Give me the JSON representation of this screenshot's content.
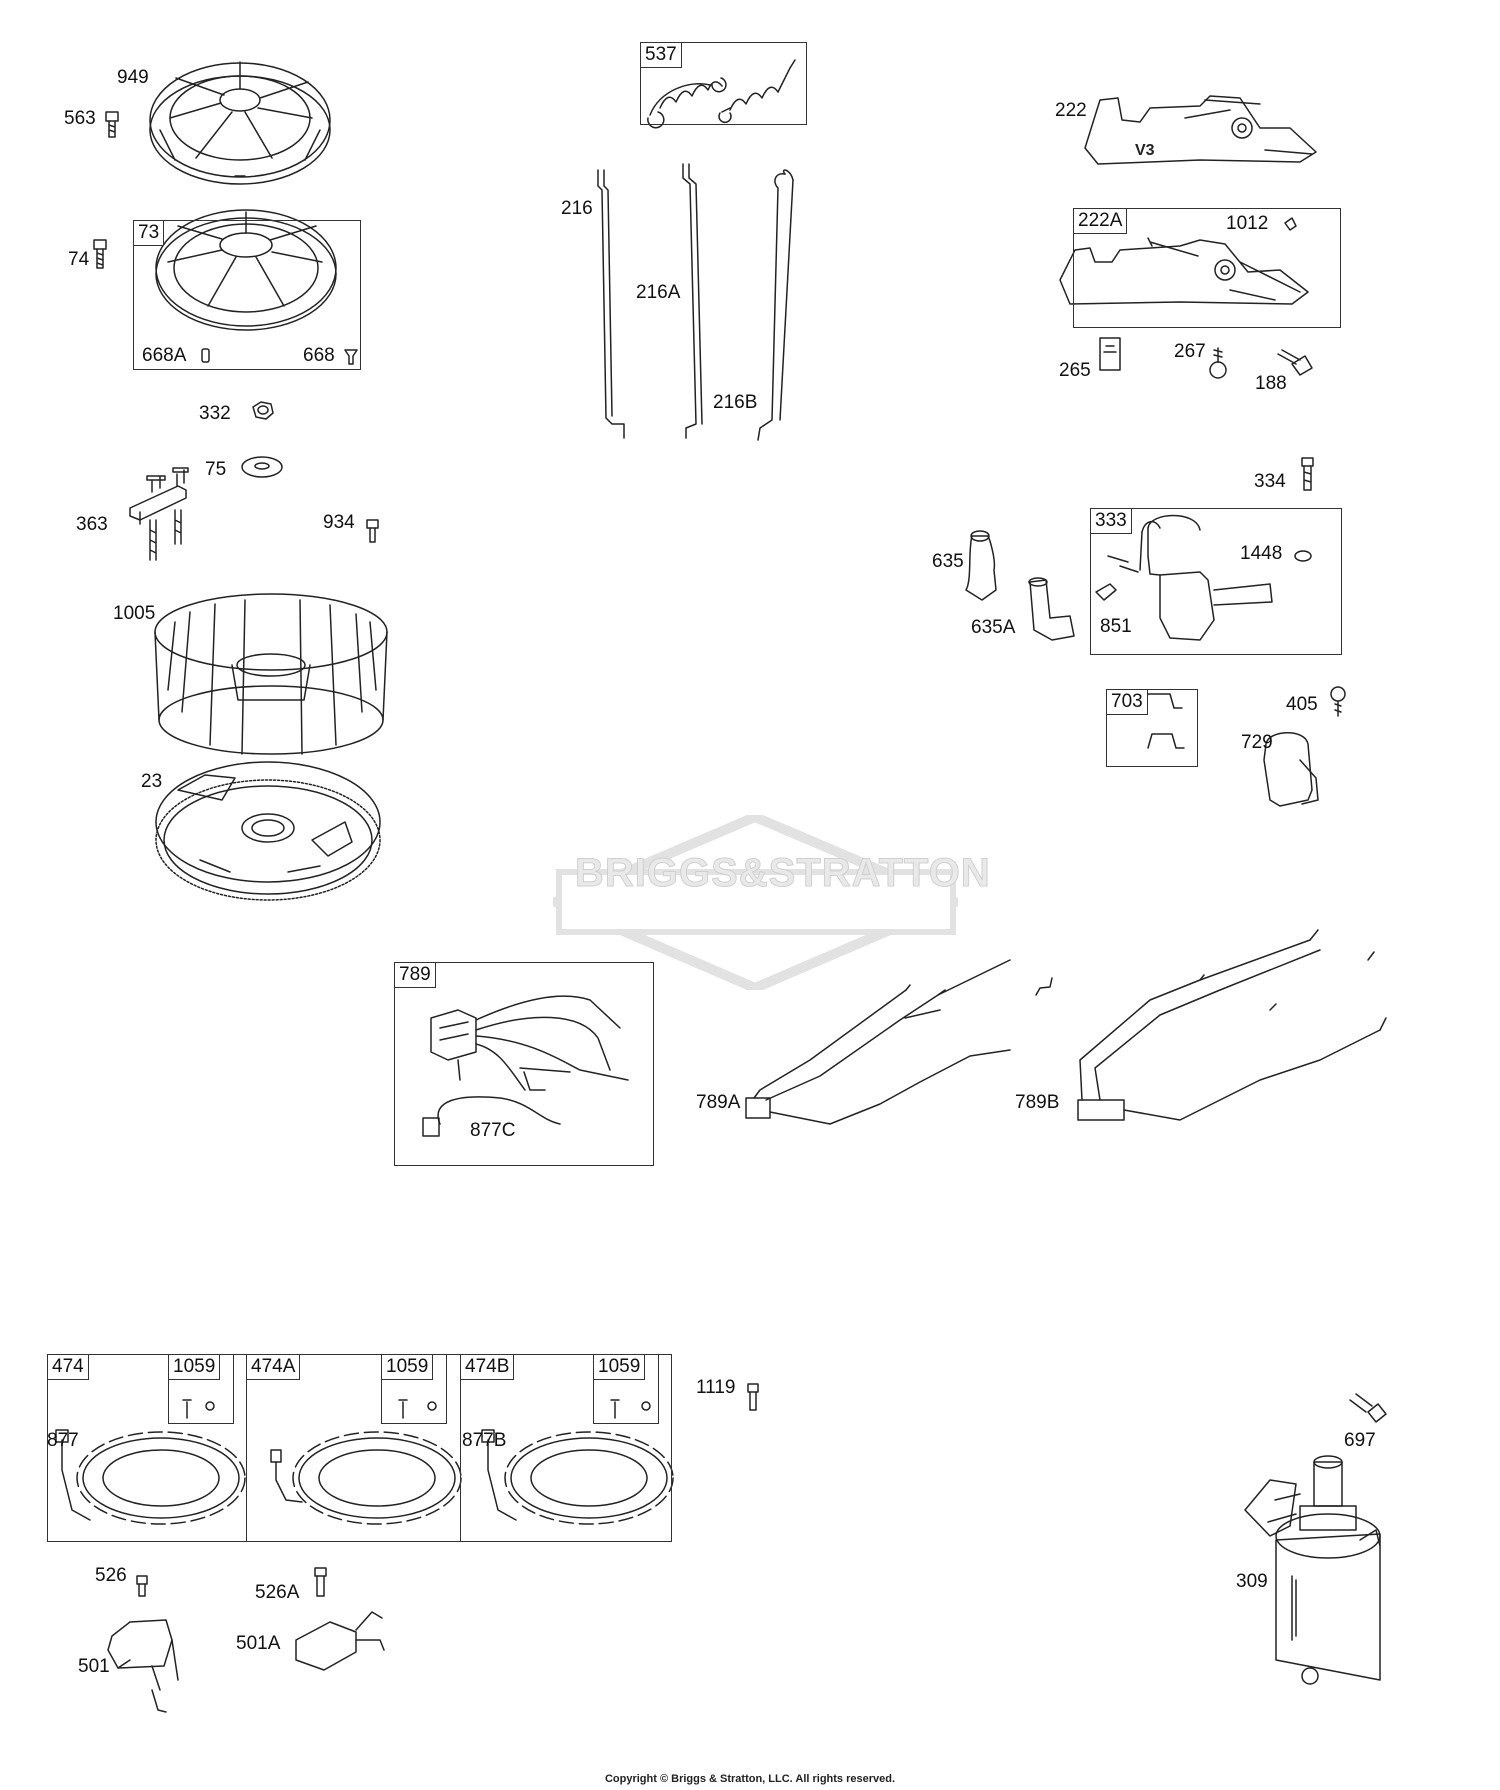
{
  "watermark": "BRIGGS&STRATTON",
  "copyright": "Copyright © Briggs & Stratton, LLC. All rights reserved.",
  "labels": {
    "p949": "949",
    "p563": "563",
    "p73": "73",
    "p74": "74",
    "p668A": "668A",
    "p668": "668",
    "p332": "332",
    "p75": "75",
    "p363": "363",
    "p934": "934",
    "p1005": "1005",
    "p23": "23",
    "p537": "537",
    "p216": "216",
    "p216A": "216A",
    "p216B": "216B",
    "p222": "222",
    "p222A": "222A",
    "p1012": "1012",
    "p265": "265",
    "p267": "267",
    "p188": "188",
    "p334": "334",
    "p333": "333",
    "p635": "635",
    "p635A": "635A",
    "p851": "851",
    "p1448": "1448",
    "p703": "703",
    "p405": "405",
    "p729": "729",
    "p789": "789",
    "p877C": "877C",
    "p789A": "789A",
    "p789B": "789B",
    "p474": "474",
    "p474A": "474A",
    "p474B": "474B",
    "p1059a": "1059",
    "p1059b": "1059",
    "p1059c": "1059",
    "p877": "877",
    "p877B": "877B",
    "p1119": "1119",
    "p526": "526",
    "p526A": "526A",
    "p501": "501",
    "p501A": "501A",
    "p697": "697",
    "p309": "309"
  }
}
